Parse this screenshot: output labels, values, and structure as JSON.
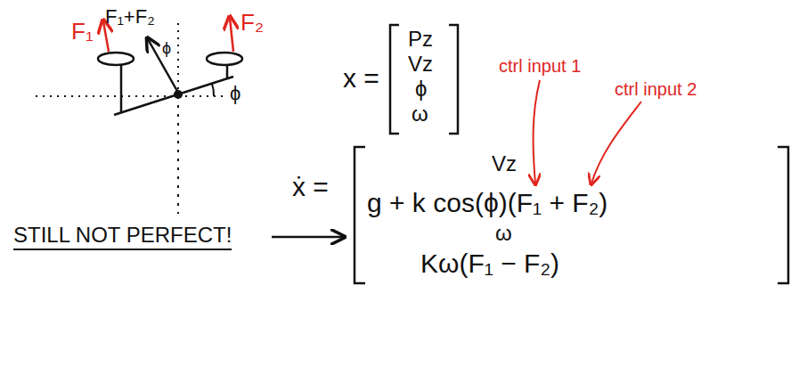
{
  "diagram": {
    "labels": [
      "F₁",
      "F₁+F₂",
      "F₂",
      "ϕ",
      "ϕ",
      "x =",
      "Pz",
      "Vz",
      "ϕ",
      "ω",
      "ctrl input 1",
      "ctrl input 2",
      "ẋ =",
      "Vz",
      "g + k cos(ϕ)(F₁ + F₂)",
      "ω",
      "Kω(F₁ − F₂)",
      "STILL NOT PERFECT!"
    ]
  }
}
